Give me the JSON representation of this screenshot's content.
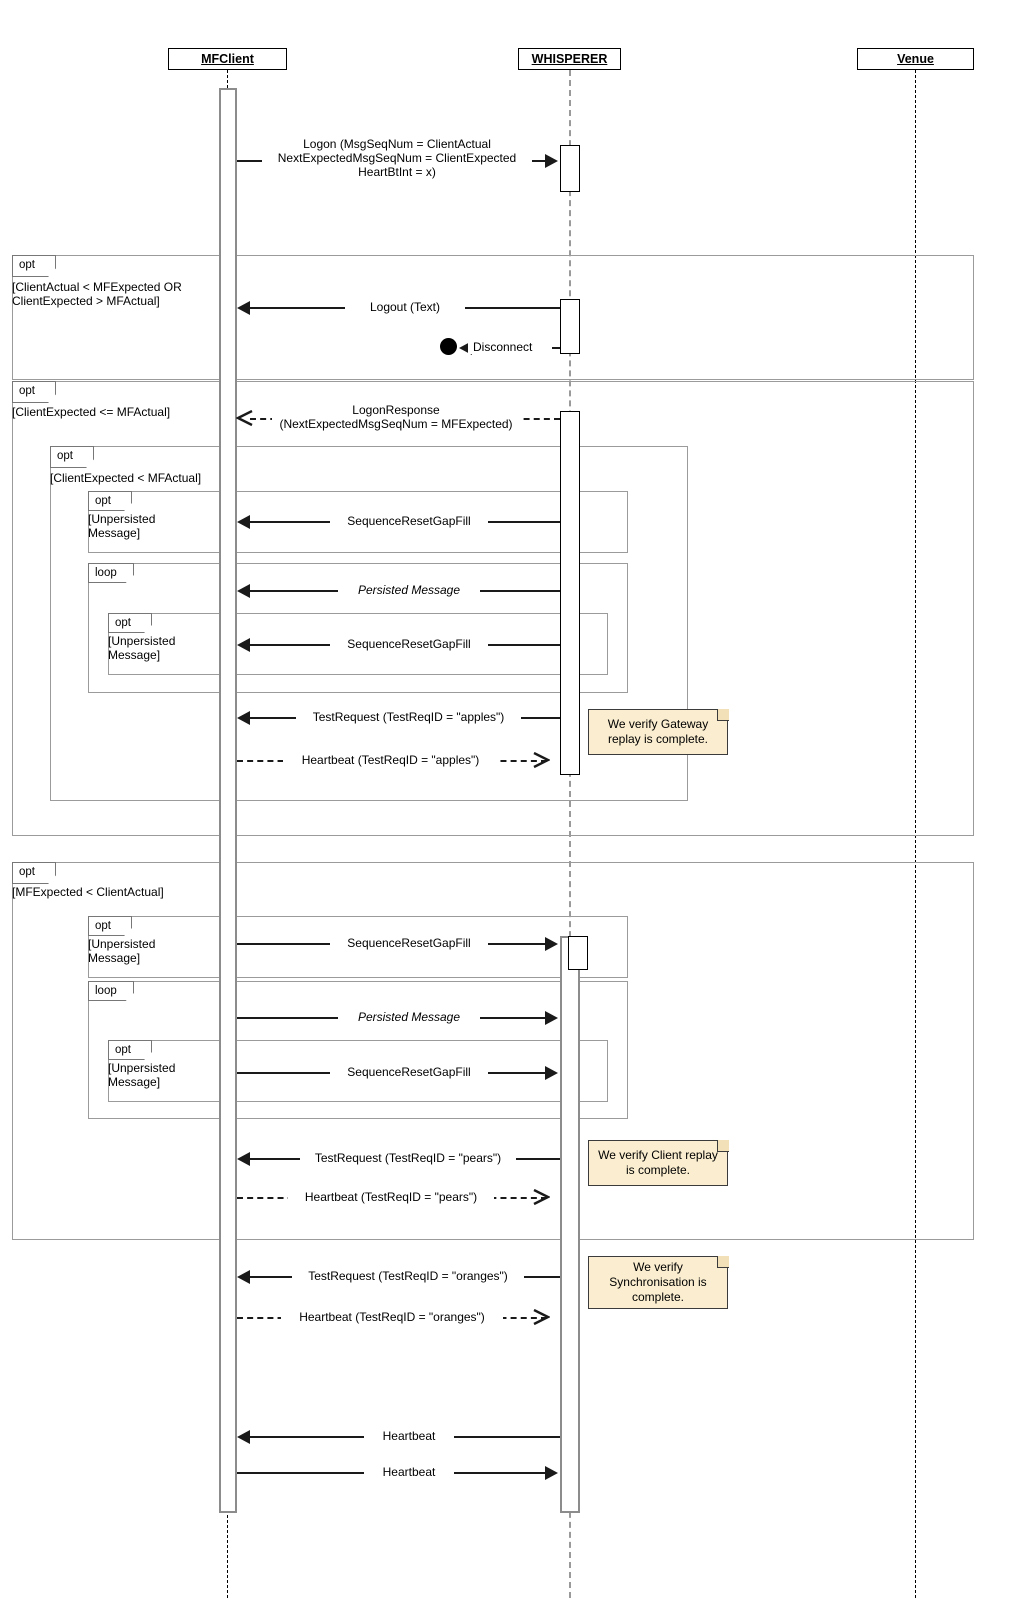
{
  "diagram": {
    "type": "uml-sequence-diagram",
    "title": "FIX session logon / resend synchronisation"
  },
  "participants": [
    {
      "id": "mfclient",
      "label": "MFClient"
    },
    {
      "id": "whisperer",
      "label": "WHISPERER"
    },
    {
      "id": "venue",
      "label": "Venue"
    }
  ],
  "fragments": [
    {
      "id": "f1",
      "operator": "opt",
      "guard": "[ClientActual < MFExpected OR\nClientExpected > MFActual]"
    },
    {
      "id": "f2",
      "operator": "opt",
      "guard": "[ClientExpected <= MFActual]"
    },
    {
      "id": "f2a",
      "operator": "opt",
      "guard": "[ClientExpected < MFActual]"
    },
    {
      "id": "f2a1",
      "operator": "opt",
      "guard": " [Unpersisted\nMessage]"
    },
    {
      "id": "f2a2",
      "operator": "loop",
      "guard": ""
    },
    {
      "id": "f2a2a",
      "operator": "opt",
      "guard": " [Unpersisted\nMessage]"
    },
    {
      "id": "f3",
      "operator": "opt",
      "guard": "[MFExpected < ClientActual]"
    },
    {
      "id": "f3a",
      "operator": "opt",
      "guard": " [Unpersisted\n Message]"
    },
    {
      "id": "f3b",
      "operator": "loop",
      "guard": ""
    },
    {
      "id": "f3b1",
      "operator": "opt",
      "guard": " [Unpersisted\nMessage]"
    }
  ],
  "messages": [
    {
      "id": "m1",
      "label": "Logon (MsgSeqNum = ClientActual\nNextExpectedMsgSeqNum = ClientExpected\nHeartBtInt = x)",
      "from": "mfclient",
      "to": "whisperer",
      "style": "solid",
      "arrow": "filled",
      "italic": false
    },
    {
      "id": "m2",
      "label": "Logout (Text)",
      "from": "whisperer",
      "to": "mfclient",
      "style": "solid",
      "arrow": "filled",
      "italic": false
    },
    {
      "id": "m3",
      "label": "Disconnect",
      "from": "whisperer",
      "to": "terminus",
      "style": "solid",
      "arrow": "filled",
      "italic": false
    },
    {
      "id": "m4",
      "label": "LogonResponse\n(NextExpectedMsgSeqNum = MFExpected)",
      "from": "whisperer",
      "to": "mfclient",
      "style": "dashed",
      "arrow": "open",
      "italic": false
    },
    {
      "id": "m5",
      "label": "SequenceResetGapFill",
      "from": "whisperer",
      "to": "mfclient",
      "style": "solid",
      "arrow": "filled",
      "italic": false
    },
    {
      "id": "m6",
      "label": "Persisted Message",
      "from": "whisperer",
      "to": "mfclient",
      "style": "solid",
      "arrow": "filled",
      "italic": true
    },
    {
      "id": "m7",
      "label": "SequenceResetGapFill",
      "from": "whisperer",
      "to": "mfclient",
      "style": "solid",
      "arrow": "filled",
      "italic": false
    },
    {
      "id": "m8",
      "label": "TestRequest (TestReqID = \"apples\")",
      "from": "whisperer",
      "to": "mfclient",
      "style": "solid",
      "arrow": "filled",
      "italic": false
    },
    {
      "id": "m9",
      "label": "Heartbeat (TestReqID = \"apples\")",
      "from": "mfclient",
      "to": "whisperer",
      "style": "dashed",
      "arrow": "open",
      "italic": false
    },
    {
      "id": "m10",
      "label": "SequenceResetGapFill",
      "from": "mfclient",
      "to": "whisperer",
      "style": "solid",
      "arrow": "filled",
      "italic": false
    },
    {
      "id": "m11",
      "label": "Persisted Message",
      "from": "mfclient",
      "to": "whisperer",
      "style": "solid",
      "arrow": "filled",
      "italic": true
    },
    {
      "id": "m12",
      "label": "SequenceResetGapFill",
      "from": "mfclient",
      "to": "whisperer",
      "style": "solid",
      "arrow": "filled",
      "italic": false
    },
    {
      "id": "m13",
      "label": "TestRequest (TestReqID = \"pears\")",
      "from": "whisperer",
      "to": "mfclient",
      "style": "solid",
      "arrow": "filled",
      "italic": false
    },
    {
      "id": "m14",
      "label": "Heartbeat (TestReqID = \"pears\")",
      "from": "mfclient",
      "to": "whisperer",
      "style": "dashed",
      "arrow": "open",
      "italic": false
    },
    {
      "id": "m15",
      "label": "TestRequest (TestReqID = \"oranges\")",
      "from": "whisperer",
      "to": "mfclient",
      "style": "solid",
      "arrow": "filled",
      "italic": false
    },
    {
      "id": "m16",
      "label": "Heartbeat (TestReqID = \"oranges\")",
      "from": "mfclient",
      "to": "whisperer",
      "style": "dashed",
      "arrow": "open",
      "italic": false
    },
    {
      "id": "m17",
      "label": "Heartbeat",
      "from": "whisperer",
      "to": "mfclient",
      "style": "solid",
      "arrow": "filled",
      "italic": false
    },
    {
      "id": "m18",
      "label": "Heartbeat",
      "from": "mfclient",
      "to": "whisperer",
      "style": "solid",
      "arrow": "filled",
      "italic": false
    }
  ],
  "notes": [
    {
      "id": "n1",
      "text": "We verify Gateway replay is complete."
    },
    {
      "id": "n2",
      "text": "We verify Client replay is complete."
    },
    {
      "id": "n3",
      "text": "We verify Synchronisation is complete."
    }
  ],
  "colors": {
    "note_fill": "#fbeed0",
    "note_border": "#3b3b3b",
    "fragment_border": "#9b9b9b",
    "lifeline_black": "#000000",
    "lifeline_gray": "#9a9a9a",
    "message": "#1a1a1a",
    "background": "#ffffff"
  }
}
